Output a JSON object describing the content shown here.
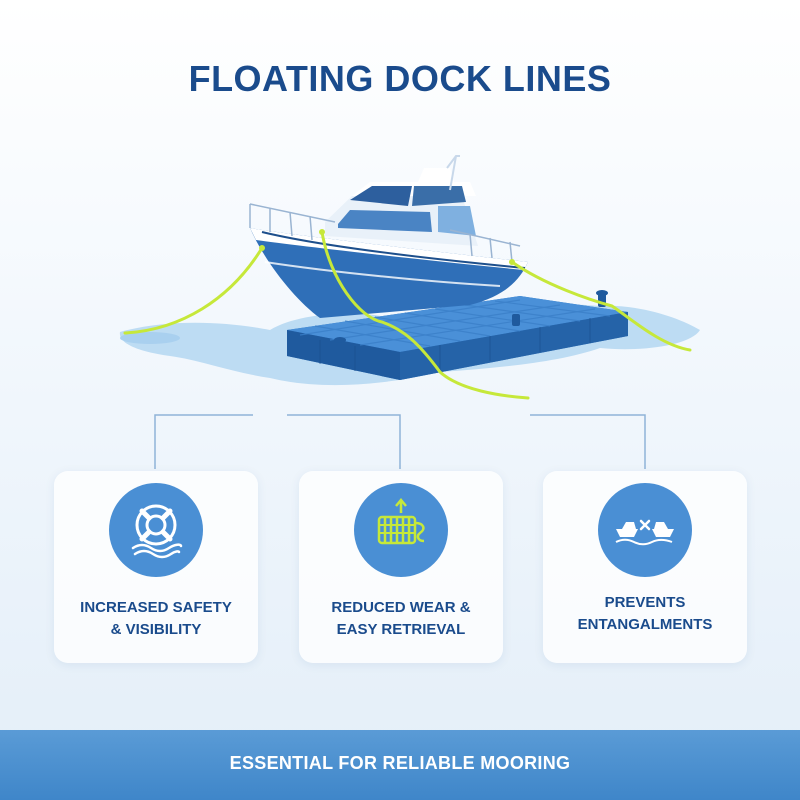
{
  "title": "FLOATING DOCK LINES",
  "features": [
    {
      "icon": "life-ring-icon",
      "line1": "INCREASED SAFETY",
      "line2": "& VISIBILITY"
    },
    {
      "icon": "rope-reel-icon",
      "line1": "REDUCED WEAR &",
      "line2": "EASY RETRIEVAL"
    },
    {
      "icon": "no-tangle-boats-icon",
      "line1": "PREVENTS",
      "line2": "ENTANGALMENTS"
    }
  ],
  "footer": "ESSENTIAL FOR RELIABLE MOORING",
  "colors": {
    "title": "#1a4b8c",
    "accent": "#4a8fd4",
    "dock_line": "#c6e83a",
    "footer": "#3f86c9"
  }
}
